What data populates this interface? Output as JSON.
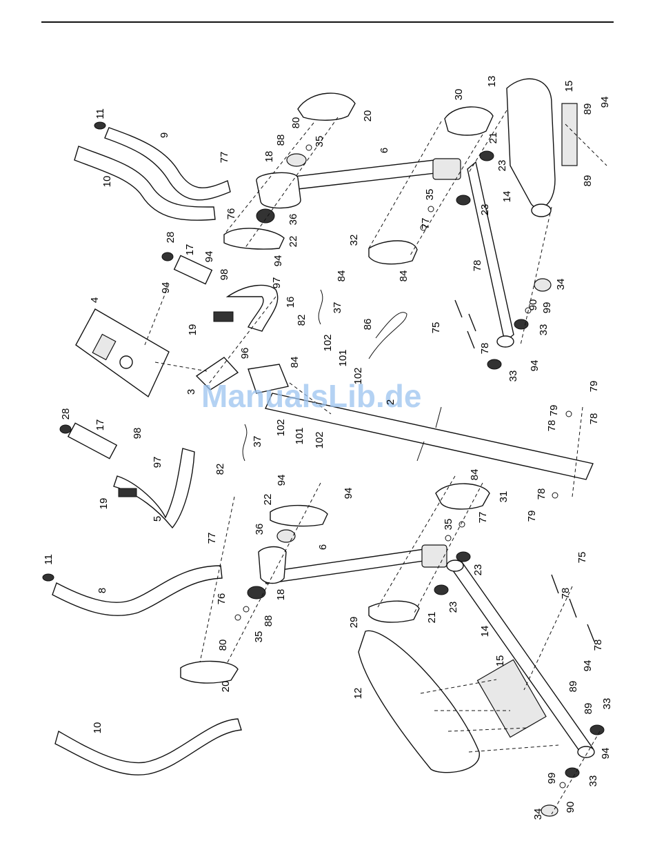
{
  "watermark": "ManualsLib.de",
  "labels": [
    {
      "id": "l11a",
      "text": "11"
    },
    {
      "id": "l9",
      "text": "9"
    },
    {
      "id": "l10a",
      "text": "10"
    },
    {
      "id": "l77a",
      "text": "77"
    },
    {
      "id": "l76a",
      "text": "76"
    },
    {
      "id": "l18a",
      "text": "18"
    },
    {
      "id": "l88a",
      "text": "88"
    },
    {
      "id": "l80a",
      "text": "80"
    },
    {
      "id": "l35a",
      "text": "35"
    },
    {
      "id": "l20a",
      "text": "20"
    },
    {
      "id": "l36a",
      "text": "36"
    },
    {
      "id": "l22a",
      "text": "22"
    },
    {
      "id": "l94a",
      "text": "94"
    },
    {
      "id": "l94b",
      "text": "94"
    },
    {
      "id": "l6a",
      "text": "6"
    },
    {
      "id": "l30",
      "text": "30"
    },
    {
      "id": "l21a",
      "text": "21"
    },
    {
      "id": "l23a",
      "text": "23"
    },
    {
      "id": "l23b",
      "text": "23"
    },
    {
      "id": "l35b",
      "text": "35"
    },
    {
      "id": "l77b",
      "text": "77"
    },
    {
      "id": "l13",
      "text": "13"
    },
    {
      "id": "l15a",
      "text": "15"
    },
    {
      "id": "l89a",
      "text": "89"
    },
    {
      "id": "l94c",
      "text": "94"
    },
    {
      "id": "l89b",
      "text": "89"
    },
    {
      "id": "l14a",
      "text": "14"
    },
    {
      "id": "l28a",
      "text": "28"
    },
    {
      "id": "l17a",
      "text": "17"
    },
    {
      "id": "l98a",
      "text": "98"
    },
    {
      "id": "l97a",
      "text": "97"
    },
    {
      "id": "l16",
      "text": "16"
    },
    {
      "id": "l19a",
      "text": "19"
    },
    {
      "id": "l82a",
      "text": "82"
    },
    {
      "id": "l4",
      "text": "4"
    },
    {
      "id": "l94d",
      "text": "94"
    },
    {
      "id": "l37a",
      "text": "37"
    },
    {
      "id": "l32",
      "text": "32"
    },
    {
      "id": "l84a",
      "text": "84"
    },
    {
      "id": "l84b",
      "text": "84"
    },
    {
      "id": "l86",
      "text": "86"
    },
    {
      "id": "l78a",
      "text": "78"
    },
    {
      "id": "l34a",
      "text": "34"
    },
    {
      "id": "l90a",
      "text": "90"
    },
    {
      "id": "l99a",
      "text": "99"
    },
    {
      "id": "l33a",
      "text": "33"
    },
    {
      "id": "l75a",
      "text": "75"
    },
    {
      "id": "l78b",
      "text": "78"
    },
    {
      "id": "l94e",
      "text": "94"
    },
    {
      "id": "l33b",
      "text": "33"
    },
    {
      "id": "l3",
      "text": "3"
    },
    {
      "id": "l96",
      "text": "96"
    },
    {
      "id": "l84c",
      "text": "84"
    },
    {
      "id": "l102a",
      "text": "102"
    },
    {
      "id": "l101a",
      "text": "101"
    },
    {
      "id": "l102b",
      "text": "102"
    },
    {
      "id": "l2",
      "text": "2"
    },
    {
      "id": "l102c",
      "text": "102"
    },
    {
      "id": "l101b",
      "text": "101"
    },
    {
      "id": "l102d",
      "text": "102"
    },
    {
      "id": "l79a",
      "text": "79"
    },
    {
      "id": "l78c",
      "text": "78"
    },
    {
      "id": "l79b",
      "text": "79"
    },
    {
      "id": "l78d",
      "text": "78"
    },
    {
      "id": "l28b",
      "text": "28"
    },
    {
      "id": "l17b",
      "text": "17"
    },
    {
      "id": "l98b",
      "text": "98"
    },
    {
      "id": "l37b",
      "text": "37"
    },
    {
      "id": "l82b",
      "text": "82"
    },
    {
      "id": "l97b",
      "text": "97"
    },
    {
      "id": "l19b",
      "text": "19"
    },
    {
      "id": "l5",
      "text": "5"
    },
    {
      "id": "l78e",
      "text": "78"
    },
    {
      "id": "l79c",
      "text": "79"
    },
    {
      "id": "l94f",
      "text": "94"
    },
    {
      "id": "l22b",
      "text": "22"
    },
    {
      "id": "l94g",
      "text": "94"
    },
    {
      "id": "l84d",
      "text": "84"
    },
    {
      "id": "l31",
      "text": "31"
    },
    {
      "id": "l36b",
      "text": "36"
    },
    {
      "id": "l6b",
      "text": "6"
    },
    {
      "id": "l35c",
      "text": "35"
    },
    {
      "id": "l77c",
      "text": "77"
    },
    {
      "id": "l11b",
      "text": "11"
    },
    {
      "id": "l77d",
      "text": "77"
    },
    {
      "id": "l23c",
      "text": "23"
    },
    {
      "id": "l8",
      "text": "8"
    },
    {
      "id": "l76b",
      "text": "76"
    },
    {
      "id": "l18b",
      "text": "18"
    },
    {
      "id": "l23d",
      "text": "23"
    },
    {
      "id": "l21b",
      "text": "21"
    },
    {
      "id": "l29",
      "text": "29"
    },
    {
      "id": "l88b",
      "text": "88"
    },
    {
      "id": "l80b",
      "text": "80"
    },
    {
      "id": "l35d",
      "text": "35"
    },
    {
      "id": "l14b",
      "text": "14"
    },
    {
      "id": "l75b",
      "text": "75"
    },
    {
      "id": "l78f",
      "text": "78"
    },
    {
      "id": "l20b",
      "text": "20"
    },
    {
      "id": "l12",
      "text": "12"
    },
    {
      "id": "l15b",
      "text": "15"
    },
    {
      "id": "l78g",
      "text": "78"
    },
    {
      "id": "l94h",
      "text": "94"
    },
    {
      "id": "l89c",
      "text": "89"
    },
    {
      "id": "l89d",
      "text": "89"
    },
    {
      "id": "l33c",
      "text": "33"
    },
    {
      "id": "l10b",
      "text": "10"
    },
    {
      "id": "l94i",
      "text": "94"
    },
    {
      "id": "l99b",
      "text": "99"
    },
    {
      "id": "l33d",
      "text": "33"
    },
    {
      "id": "l34b",
      "text": "34"
    },
    {
      "id": "l90b",
      "text": "90"
    }
  ]
}
